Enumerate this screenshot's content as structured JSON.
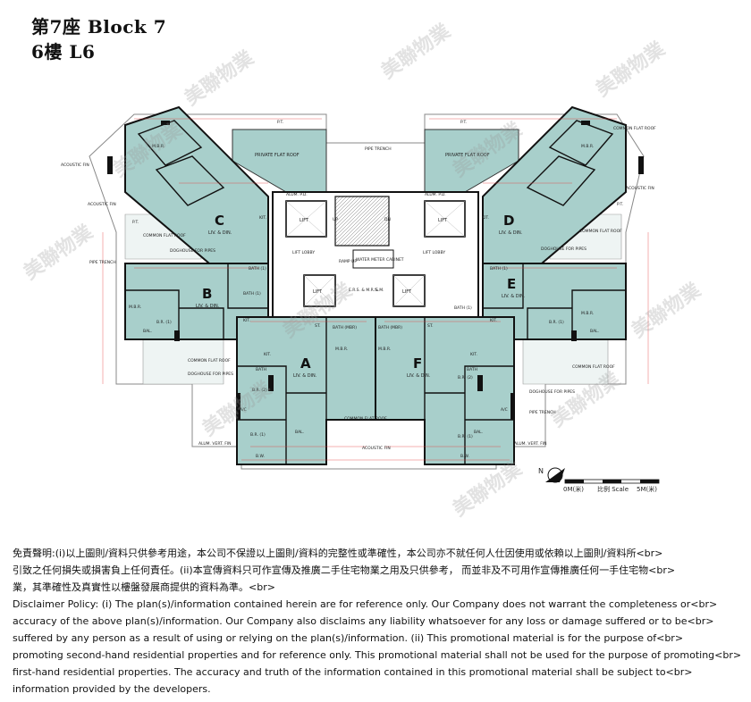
{
  "header": {
    "block": "第7座 Block 7",
    "floor": "6樓 L6"
  },
  "watermark": "美聯物業",
  "colors": {
    "flat": "#a8cfcb",
    "roof": "#d9e8e5",
    "wall": "#111111",
    "dim": "#e23a3a"
  },
  "plan_labels": {
    "pt": "P.T.",
    "pipe_trench": "PIPE TRENCH",
    "private_flat_roof": "PRIVATE FLAT ROOF",
    "common_flat_roof": "COMMON FLAT ROOF",
    "doghouse": "DOGHOUSE FOR PIPES",
    "lift": "LIFT",
    "lift_lobby": "LIFT LOBBY",
    "alum_pd": "ALUM. P.D.",
    "ramp_up": "RAMP UP",
    "water_meter": "WATER METER CABINET",
    "ers": "E.R.S. & M.R.S.",
    "sm": "S.M.",
    "st": "ST.",
    "acoustic_fin": "ACOUSTIC FIN",
    "alum_vert_fin": "ALUM. VERT. FIN",
    "bath": "BATH",
    "bath_1": "BATH (1)",
    "bath_mbr": "BATH (MBR)",
    "kit": "KIT.",
    "mbr": "M.B.R.",
    "br1": "B.R. (1)",
    "br2": "B.R. (2)",
    "bal": "BAL.",
    "ac": "A/C",
    "bw": "B.W.",
    "liv": "LIV. & DIN.",
    "up": "UP",
    "dn": "DN"
  },
  "units": [
    "A",
    "B",
    "C",
    "D",
    "E",
    "F"
  ],
  "compass": "N",
  "scale": {
    "start": "0M(米)",
    "label": "比例 Scale",
    "end": "5M(米)"
  },
  "disclaimer": [
    "免責聲明:(i)以上圖則/資料只供參考用途，本公司不保證以上圖則/資料的完整性或準確性，本公司亦不就任何人仕因使用或依賴以上圖則/資料所<br>",
    "引致之任何損失或損害負上任何責任。(ii)本宣傳資料只可作宣傳及推廣二手住宅物業之用及只供參考， 而並非及不可用作宣傳推廣任何一手住宅物<br>",
    "業，其準確性及真實性以樓盤發展商提供的資料為準。<br>",
    "Disclaimer Policy: (i) The plan(s)/information contained herein are for reference only. Our Company does not warrant the completeness or<br>",
    "accuracy of the above plan(s)/information. Our Company also disclaims any liability whatsoever for any loss or damage suffered or to be<br>",
    "suffered by any person as a result of using or relying on the plan(s)/information. (ii) This promotional material is for the purpose of<br>",
    "promoting second-hand residential properties and for reference only. This promotional material shall not be used for the purpose of promoting<br>",
    "first-hand residential properties. The accuracy and truth of the information contained in this promotional material shall be subject to<br>",
    "information provided by the developers."
  ]
}
